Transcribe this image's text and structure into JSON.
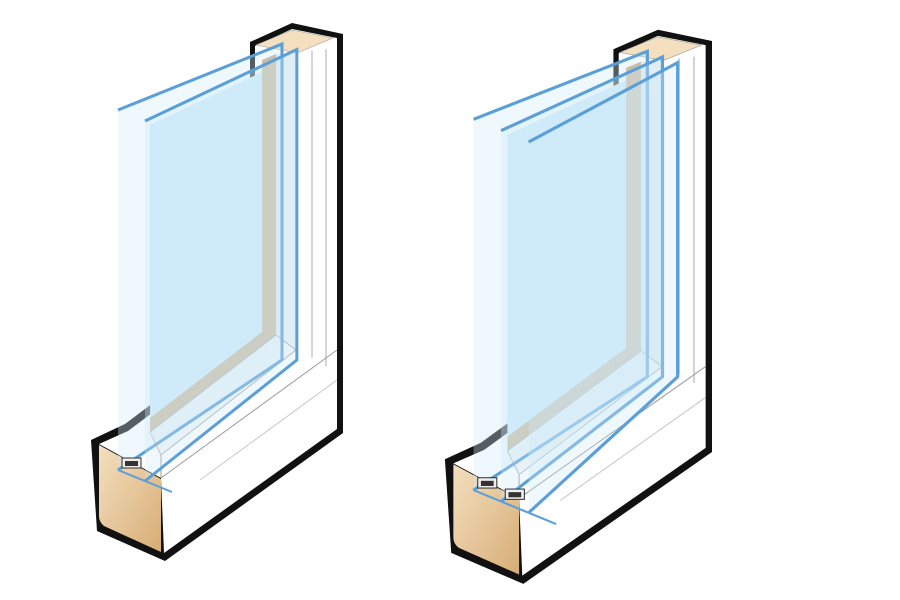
{
  "illustration": {
    "windows": [
      {
        "name": "double-pane-window",
        "panes": 2
      },
      {
        "name": "triple-pane-window",
        "panes": 3
      }
    ],
    "colors": {
      "outline": "#111111",
      "frame": "#ffffff",
      "wood_light": "#f4dfbf",
      "wood_dark": "#d7ad76",
      "glass_edge": "#5b9fd8",
      "glass_fill": "#cfeaf6",
      "reveal": "#c9a57c",
      "spacer": "#333333",
      "trim_line": "#9a9a9a"
    }
  }
}
